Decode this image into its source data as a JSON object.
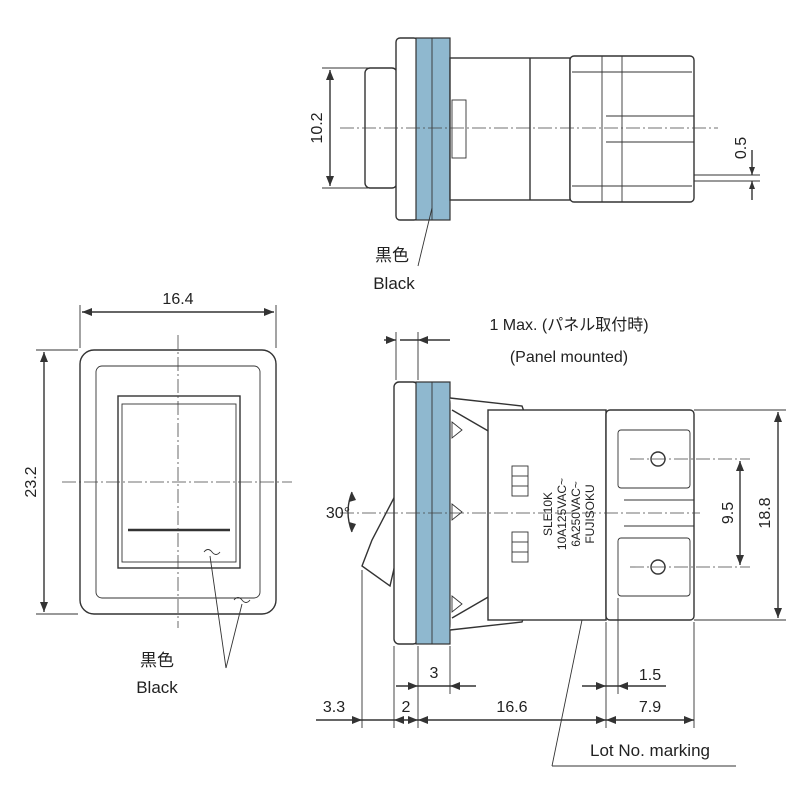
{
  "colors": {
    "bezel": "#8fb8cf",
    "ink": "#222222"
  },
  "top_view": {
    "dim_height": "10.2",
    "dim_pin": "0.5",
    "label_jp": "黒色",
    "label_en": "Black"
  },
  "front_view": {
    "dim_width": "16.4",
    "dim_height": "23.2",
    "label_jp": "黒色",
    "label_en": "Black"
  },
  "side_view": {
    "note_jp": "1 Max. (パネル取付時)",
    "note_en": "(Panel mounted)",
    "angle": "30°",
    "dim_pin_pitch": "9.5",
    "dim_body_height": "18.8",
    "dim_3": "3",
    "dim_1_5": "1.5",
    "dim_3_3": "3.3",
    "dim_2": "2",
    "dim_16_6": "16.6",
    "dim_7_9": "7.9",
    "lot_label": "Lot No. marking",
    "marking": [
      "SLE10K",
      "10A125VAC~",
      "6A250VAC~",
      "FUJISOKU"
    ]
  }
}
